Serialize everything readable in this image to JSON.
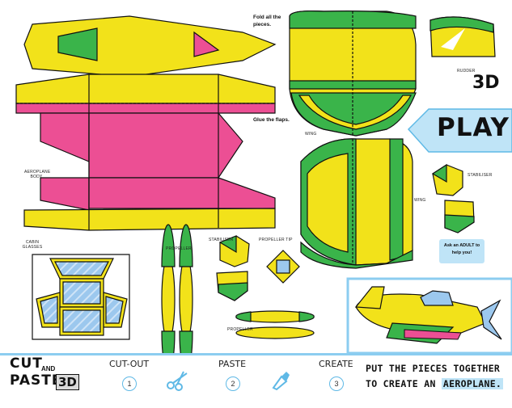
{
  "header": {
    "fold_note": "Fold all the pieces.",
    "glue_note": "Glue the flaps.",
    "badge_3d": "3D",
    "play": "PLAY",
    "adult_note": "Ask an ADULT to help you!"
  },
  "labels": {
    "aeroplane_body": "AEROPLANE BODY",
    "cabin_glasses": "CABIN GLASSES",
    "propeller": "PROPELLER",
    "stabiliser": "STABILISER",
    "propeller_tip": "PROPELLER TIP",
    "rudder": "RUDDER",
    "wing": "WING"
  },
  "footer": {
    "title_cut": "CUT",
    "title_and": "AND",
    "title_paste": "PASTE",
    "title_3d": "3D",
    "steps": [
      {
        "label": "CUT-OUT",
        "num": "1"
      },
      {
        "label": "PASTE",
        "num": "2"
      },
      {
        "label": "CREATE",
        "num": "3"
      }
    ],
    "put_line1": "PUT THE PIECES TOGETHER",
    "put_line2_prefix": "TO CREATE AN",
    "put_line2_word": "AEROPLANE."
  },
  "colors": {
    "yellow": "#f2e21a",
    "pink": "#ec4f94",
    "green": "#3ab44a",
    "blue": "#8ccdf0",
    "glass": "#9cc8ee"
  }
}
